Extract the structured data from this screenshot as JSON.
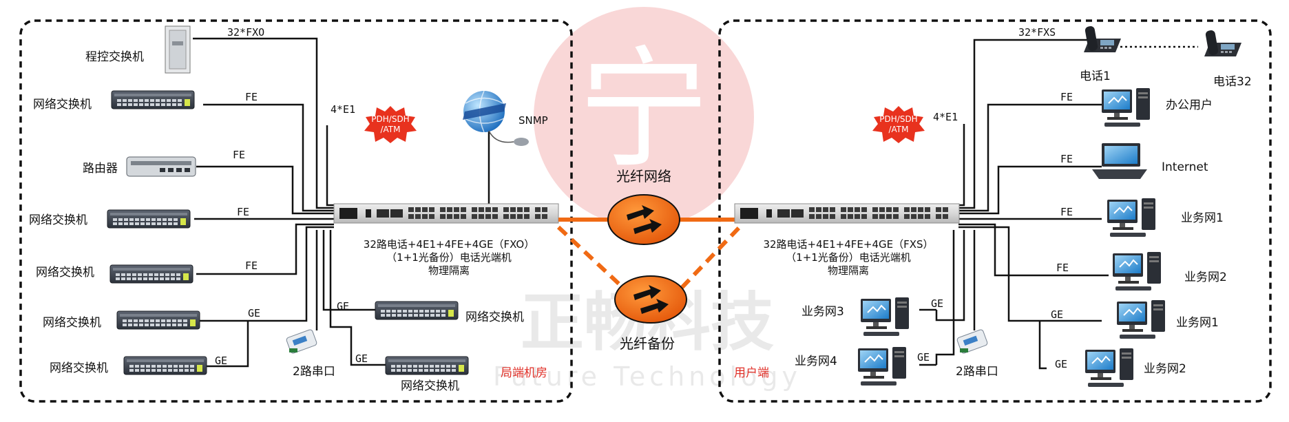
{
  "watermark": {
    "chinese": "正畅科技",
    "english": "Future Technology",
    "logo_char": "宁"
  },
  "colors": {
    "fiber": "#f06a14",
    "fiber_node": "#f26a0f",
    "burst": "#e8321e",
    "region_label": "#e03028",
    "line": "#111111"
  },
  "left_site": {
    "region_label": "局端机房",
    "devices": [
      {
        "id": "pbx",
        "label": "程控交换机",
        "link": "32*FXO"
      },
      {
        "id": "sw1",
        "label": "网络交换机",
        "link": "FE"
      },
      {
        "id": "router",
        "label": "路由器",
        "link": "FE"
      },
      {
        "id": "sw2",
        "label": "网络交换机",
        "link": "FE"
      },
      {
        "id": "sw3",
        "label": "网络交换机",
        "link": "FE"
      },
      {
        "id": "sw4",
        "label": "网络交换机",
        "link": "GE"
      },
      {
        "id": "sw5",
        "label": "网络交换机",
        "link": "GE"
      }
    ],
    "e1_link": "4*E1",
    "e1_cloud": [
      "PDH/SDH",
      "/ATM"
    ],
    "snmp_label": "SNMP",
    "serial_label": "2路串口",
    "bottom_switches": [
      {
        "label": "网络交换机",
        "link": "GE"
      },
      {
        "label": "网络交换机",
        "link": "GE"
      }
    ],
    "device_caption": [
      "32路电话+4E1+4FE+4GE（FXO）",
      "（1+1光备份）电话光端机",
      "物理隔离"
    ]
  },
  "fiber": {
    "primary": "光纤网络",
    "backup": "光纤备份"
  },
  "right_site": {
    "region_label": "用户端",
    "phones": [
      {
        "label": "电话1"
      },
      {
        "label": "电话32"
      }
    ],
    "phone_link": "32*FXS",
    "e1_link": "4*E1",
    "e1_cloud": [
      "PDH/SDH",
      "/ATM"
    ],
    "devices": [
      {
        "label": "办公用户",
        "link": "FE"
      },
      {
        "label": "Internet",
        "link": "FE"
      },
      {
        "label": "业务网1",
        "link": "FE"
      },
      {
        "label": "业务网2",
        "link": "FE"
      },
      {
        "label": "业务网1",
        "link": "GE"
      },
      {
        "label": "业务网2",
        "link": "GE"
      }
    ],
    "bottom_pcs": [
      {
        "label": "业务网3",
        "link": "GE"
      },
      {
        "label": "业务网4",
        "link": "GE"
      }
    ],
    "serial_label": "2路串口",
    "device_caption": [
      "32路电话+4E1+4FE+4GE（FXS）",
      "（1+1光备份）电话光端机",
      "物理隔离"
    ]
  }
}
